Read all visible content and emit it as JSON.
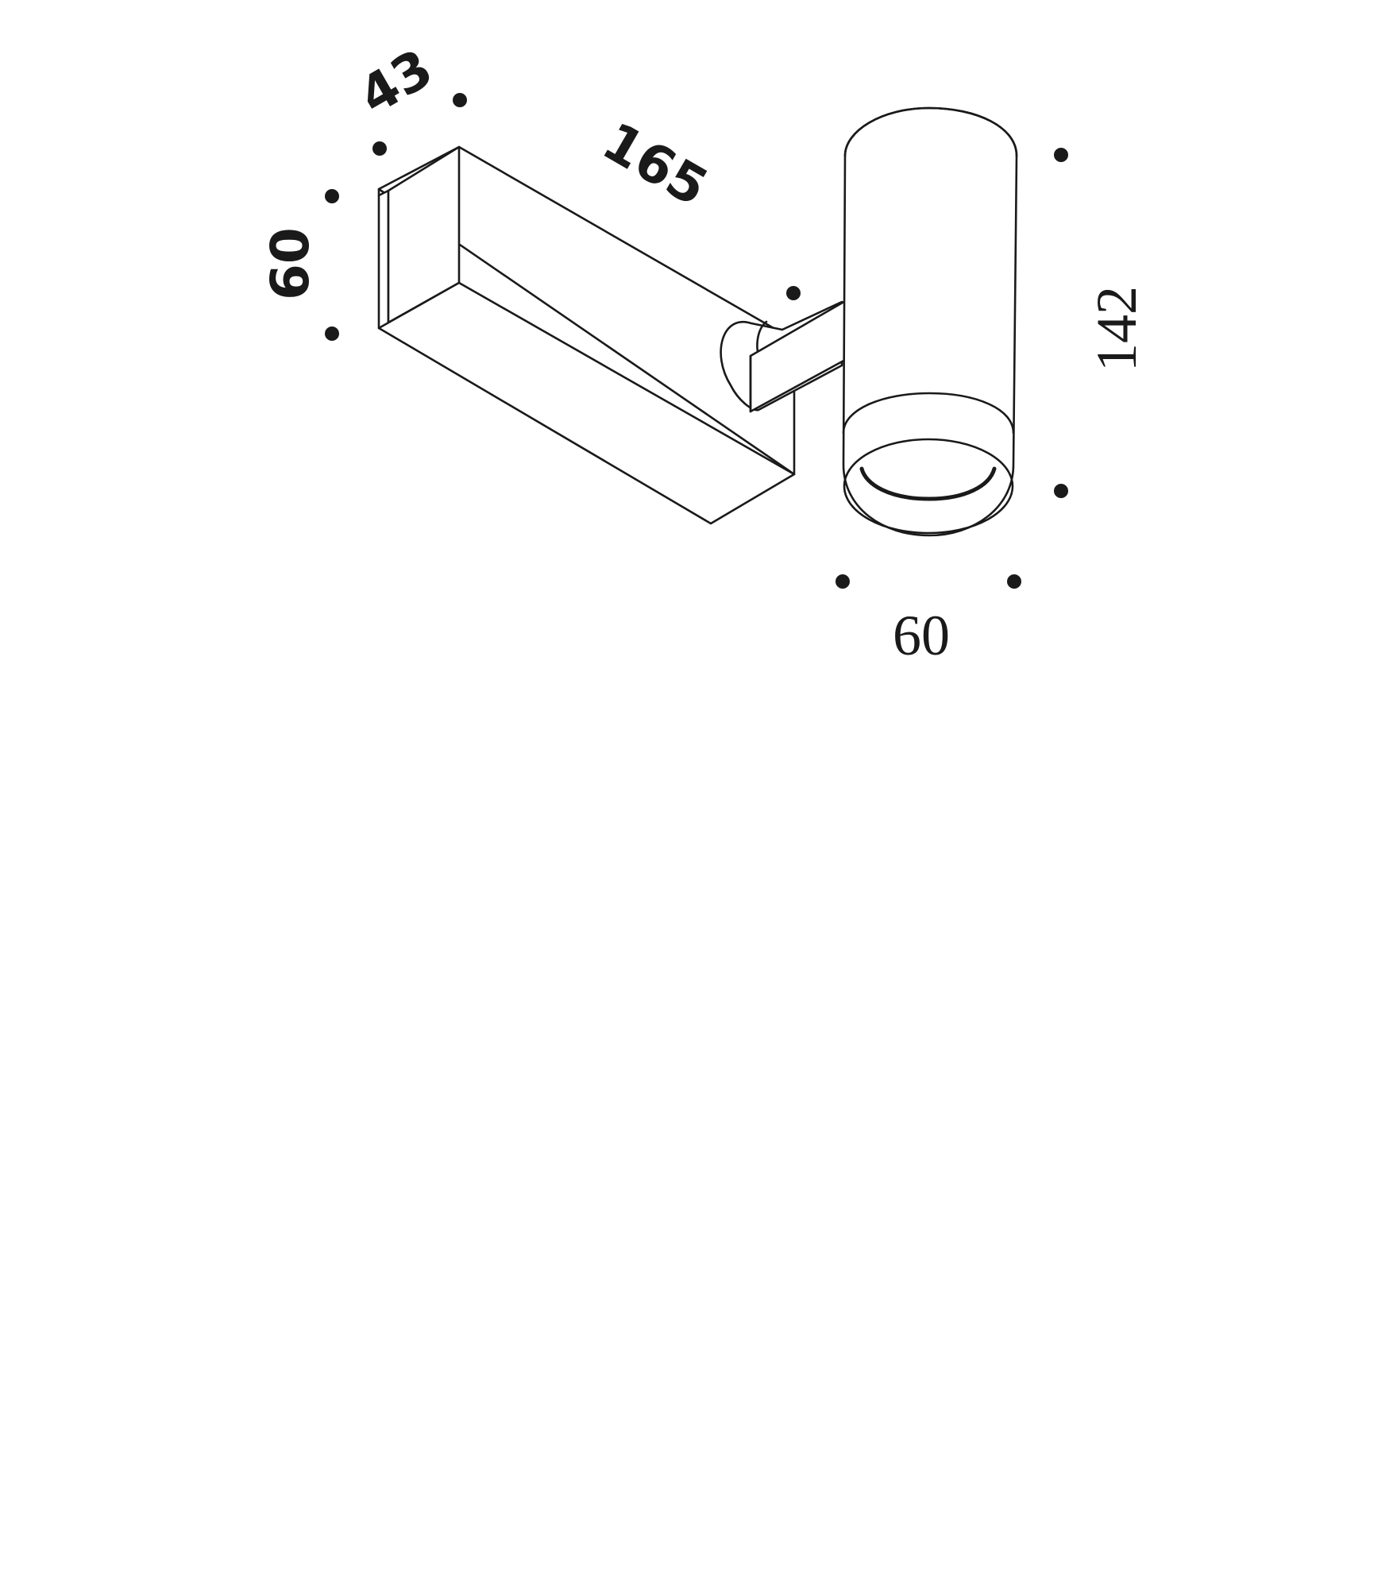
{
  "dimensions": {
    "depth": "43",
    "length": "165",
    "height": "60",
    "cylinder_height": "142",
    "cylinder_diameter": "60"
  },
  "colors": {
    "line": "#1a1a1a",
    "background": "#ffffff"
  }
}
